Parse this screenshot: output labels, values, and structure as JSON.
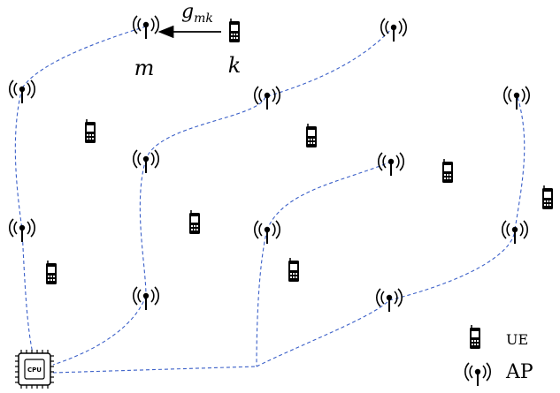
{
  "labels": {
    "channel": "g",
    "channel_sub": "mk",
    "ap_label": "m",
    "ue_label": "k",
    "cpu": "CPU"
  },
  "legend": {
    "ue": "UE",
    "ap": "AP"
  },
  "colors": {
    "link": "#3a5fc8",
    "device": "#000000"
  },
  "icons": {
    "ap": "antenna-icon",
    "ue": "phone-icon",
    "cpu": "cpu-chip-icon"
  }
}
